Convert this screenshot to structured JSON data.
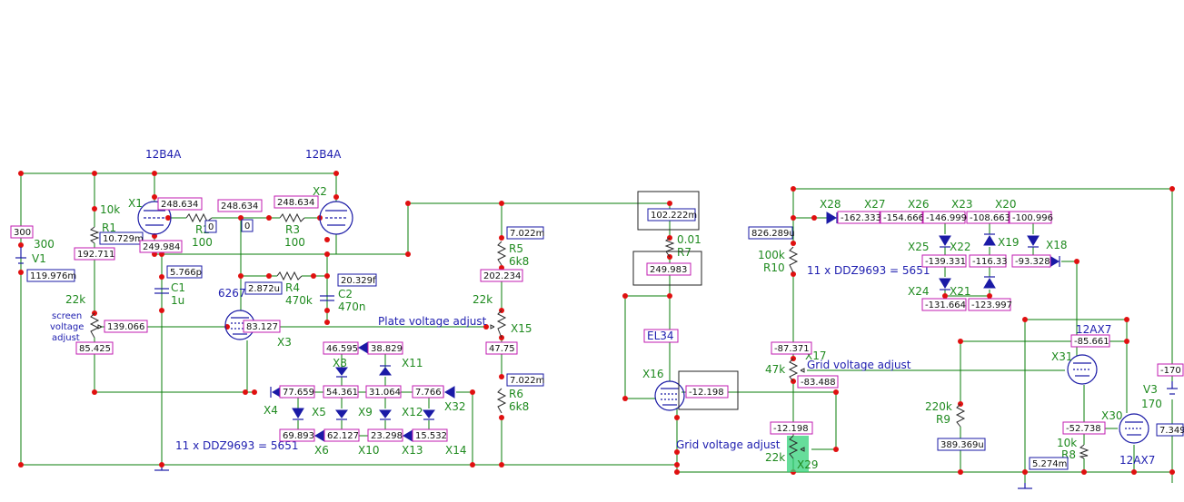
{
  "tubes": {
    "x1_type": "12B4A",
    "x2_type": "12B4A",
    "x3_type": "6267",
    "x16_type": "EL34",
    "x31_type": "12AX7",
    "x30_type": "12AX7"
  },
  "designators": {
    "x1": "X1",
    "x2": "X2",
    "x3": "X3",
    "x4": "X4",
    "x5": "X5",
    "x6": "X6",
    "x8": "X8",
    "x9": "X9",
    "x10": "X10",
    "x11": "X11",
    "x12": "X12",
    "x13": "X13",
    "x14": "X14",
    "x15": "X15",
    "x16": "X16",
    "x17": "X17",
    "x18": "X18",
    "x19": "X19",
    "x20": "X20",
    "x21": "X21",
    "x22": "X22",
    "x23": "X23",
    "x24": "X24",
    "x25": "X25",
    "x26": "X26",
    "x27": "X27",
    "x28": "X28",
    "x29": "X29",
    "x30": "X30",
    "x31": "X31",
    "x32": "X32",
    "v1": "V1",
    "v3": "V3",
    "r1": "R1",
    "r2": "R2",
    "r3": "R3",
    "r4": "R4",
    "r5": "R5",
    "r6": "R6",
    "r7": "R7",
    "r8": "R8",
    "r9": "R9",
    "r10": "R10",
    "c1": "C1",
    "c2": "C2"
  },
  "values": {
    "v1": "300",
    "v3": "170",
    "r1": "10k",
    "r2": "100",
    "r3": "100",
    "r4": "470k",
    "r5": "6k8",
    "r6": "6k8",
    "r7": "0.01",
    "r8": "10k",
    "r9": "220k",
    "r10": "100k",
    "c1": "1u",
    "c2": "470n",
    "pot_screen": "22k",
    "pot_plate": "22k",
    "pot_grid": "47k",
    "pot_grid2": "22k"
  },
  "labels": {
    "screen_adjust": [
      "screen",
      "voltage",
      "adjust"
    ],
    "plate_adjust": "Plate voltage adjust",
    "grid_adjust_1": "Grid voltage adjust",
    "grid_adjust_2": "Grid voltage adjust",
    "zener_note_left": "11 x DDZ9693 = 5651",
    "zener_note_right": "11 x DDZ9693 = 5651"
  },
  "readings": {
    "v1_volt": "300",
    "v1_curr": "119.976m",
    "r1_curr": "10.729m",
    "n_192": "192.711",
    "n_248a": "248.634",
    "n_248b": "248.634",
    "n_248c": "248.634",
    "n_0": "0",
    "n_0b": "0",
    "n_249_984": "249.984",
    "c1_curr": "5.766p",
    "r4_curr": "2.872u",
    "c2_curr": "20.329f",
    "n_139": "139.066",
    "n_83": "83.127",
    "n_85": "85.425",
    "r5_curr": "7.022m",
    "n_202": "202.234",
    "n_47": "47.75",
    "r6_curr": "7.022m",
    "n_46": "46.595",
    "n_38": "38.829",
    "n_54": "54.361",
    "n_31": "31.064",
    "n_7": "7.766",
    "n_77": "77.659",
    "n_69": "69.893",
    "n_62": "62.127",
    "n_23": "23.298",
    "n_15": "15.532",
    "r7_curr": "102.222m",
    "n_249_983": "249.983",
    "n_12a": "-12.198",
    "n_12b": "-12.198",
    "r10_curr": "826.289u",
    "n_87": "-87.371",
    "n_83b": "-83.488",
    "n_162": "-162.333",
    "n_154": "-154.666",
    "n_146": "-146.999",
    "n_108": "-108.663",
    "n_100": "-100.996",
    "n_139b": "-139.331",
    "n_116": "-116.33",
    "n_93": "-93.328",
    "n_131": "-131.664",
    "n_123": "-123.997",
    "n_85b": "-85.661",
    "r9_curr": "389.369u",
    "n_52": "-52.738",
    "r8_curr": "5.274m",
    "v3_volt": "-170",
    "v3_curr": "7.349"
  },
  "colors": {
    "wire": "#0a7d0a",
    "component": "#1a1aa6",
    "node": "#e01010",
    "voltage_box": "#c21bb0",
    "highlight": "#33d17a"
  }
}
